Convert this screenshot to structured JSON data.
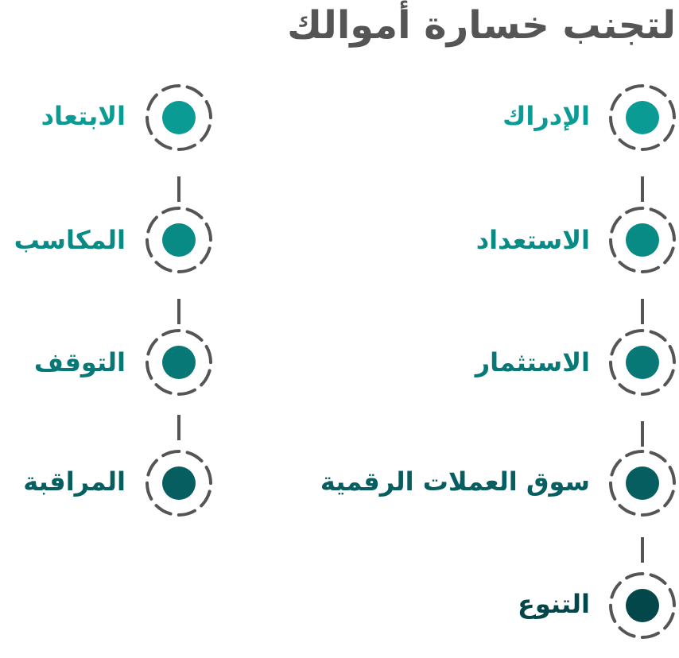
{
  "title": "لتجنب خسارة أموالك",
  "colors": {
    "ring": "#555555",
    "connector": "#555555",
    "teal_1": "#0a9c94",
    "teal_2": "#088a85",
    "teal_3": "#077876",
    "teal_4": "#065e60",
    "teal_5": "#04474b"
  },
  "right_column": [
    {
      "label": "الإدراك",
      "color": "#0a9c94"
    },
    {
      "label": "الاستعداد",
      "color": "#088a85"
    },
    {
      "label": "الاستثمار",
      "color": "#077876"
    },
    {
      "label": "سوق العملات الرقمية",
      "color": "#065e60"
    },
    {
      "label": "التنوع",
      "color": "#04474b"
    }
  ],
  "left_column": [
    {
      "label": "الابتعاد",
      "color": "#0a9c94"
    },
    {
      "label": "المكاسب",
      "color": "#088a85"
    },
    {
      "label": "التوقف",
      "color": "#077876"
    },
    {
      "label": "المراقبة",
      "color": "#065e60"
    }
  ]
}
